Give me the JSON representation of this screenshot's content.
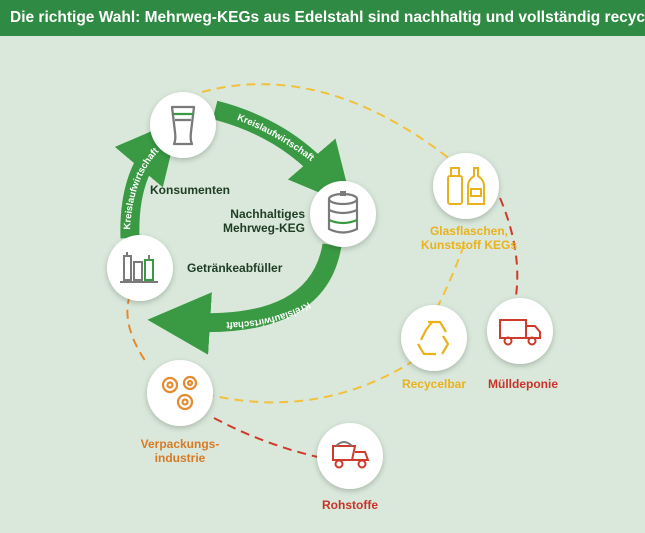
{
  "title": "Die richtige Wahl: Mehrweg-KEGs aus Edelstahl sind nachhaltig und vollständig recycelbar",
  "nodes": {
    "konsumenten": {
      "label": "Konsumenten",
      "icon": "beer-glass-icon"
    },
    "keg": {
      "label_line1": "Nachhaltiges",
      "label_line2": "Mehrweg-KEG",
      "icon": "keg-icon"
    },
    "abfueller": {
      "label": "Getränkeabfüller",
      "icon": "bottling-plant-icon"
    },
    "glas": {
      "label_line1": "Glasflaschen,",
      "label_line2": "Kunststoff KEGs",
      "icon": "bottles-icon"
    },
    "recycelbar": {
      "label": "Recycelbar",
      "icon": "recycle-icon"
    },
    "muelldeponie": {
      "label": "Mülldeponie",
      "icon": "garbage-truck-icon"
    },
    "verpackung": {
      "label_line1": "Verpackungs-",
      "label_line2": "industrie",
      "icon": "gears-icon"
    },
    "rohstoffe": {
      "label": "Rohstoffe",
      "icon": "dump-truck-icon"
    }
  },
  "arrows": {
    "top": "Kreislaufwirtschaft",
    "left": "Kreislaufwirtschaft",
    "bottom": "Kreislaufwirtschaft"
  },
  "colors": {
    "header": "#2f8a43",
    "background": "#d9e8da",
    "arrow_green": "#3a9a44",
    "dashed_yellow": "#f3c03b",
    "dashed_orange": "#e58a2e",
    "dashed_red": "#cf3a2b",
    "icon_gray": "#7a7a7a"
  }
}
